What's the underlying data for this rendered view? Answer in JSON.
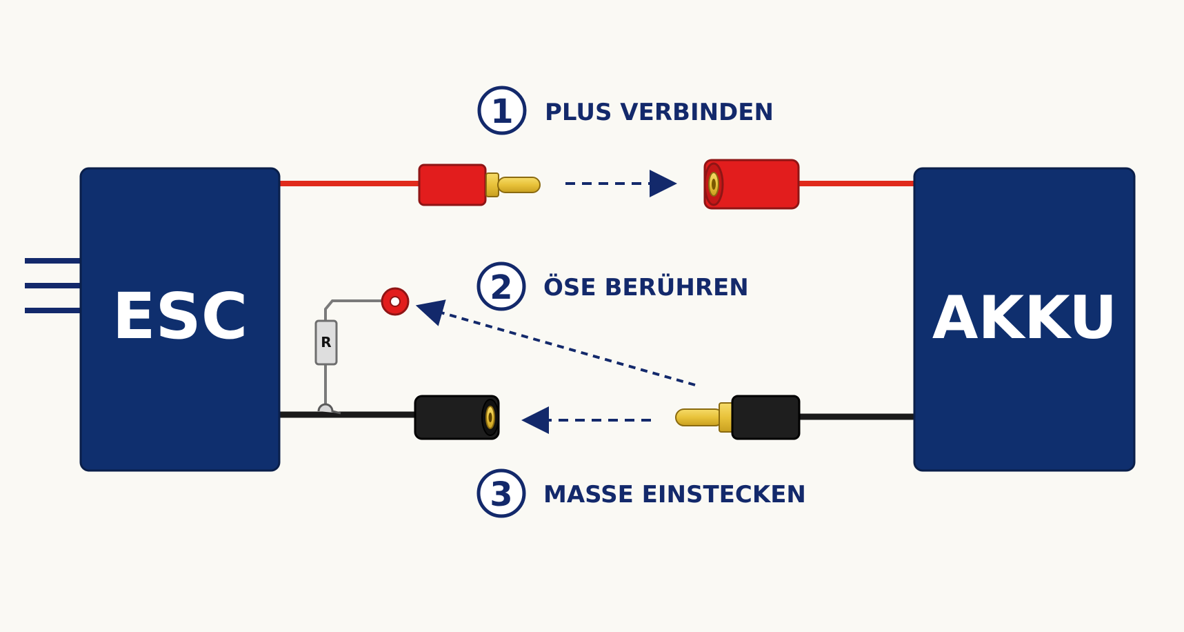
{
  "colors": {
    "background": "#faf9f4",
    "box_fill": "#0f2f6e",
    "box_stroke": "#0a1f4a",
    "navy": "#13296b",
    "red_wire": "#e02a1b",
    "black_wire": "#1a1a1a",
    "gold": "#e8c23a",
    "red_housing": "#e21d1d",
    "black_housing": "#1e1e1e",
    "resistor_wire": "#7a7a7a"
  },
  "esc": {
    "label": "ESC"
  },
  "akku": {
    "label": "AKKU"
  },
  "resistor": {
    "label": "R"
  },
  "steps": [
    {
      "number": "1",
      "label": "PLUS VERBINDEN"
    },
    {
      "number": "2",
      "label": "ÖSE BERÜHREN"
    },
    {
      "number": "3",
      "label": "MASSE EINSTECKEN"
    }
  ],
  "icons": {
    "arrow": "dashed-arrow-icon",
    "bullet_male": "bullet-connector-male-icon",
    "bullet_female": "bullet-connector-female-icon",
    "eyelet": "ring-eyelet-icon"
  }
}
